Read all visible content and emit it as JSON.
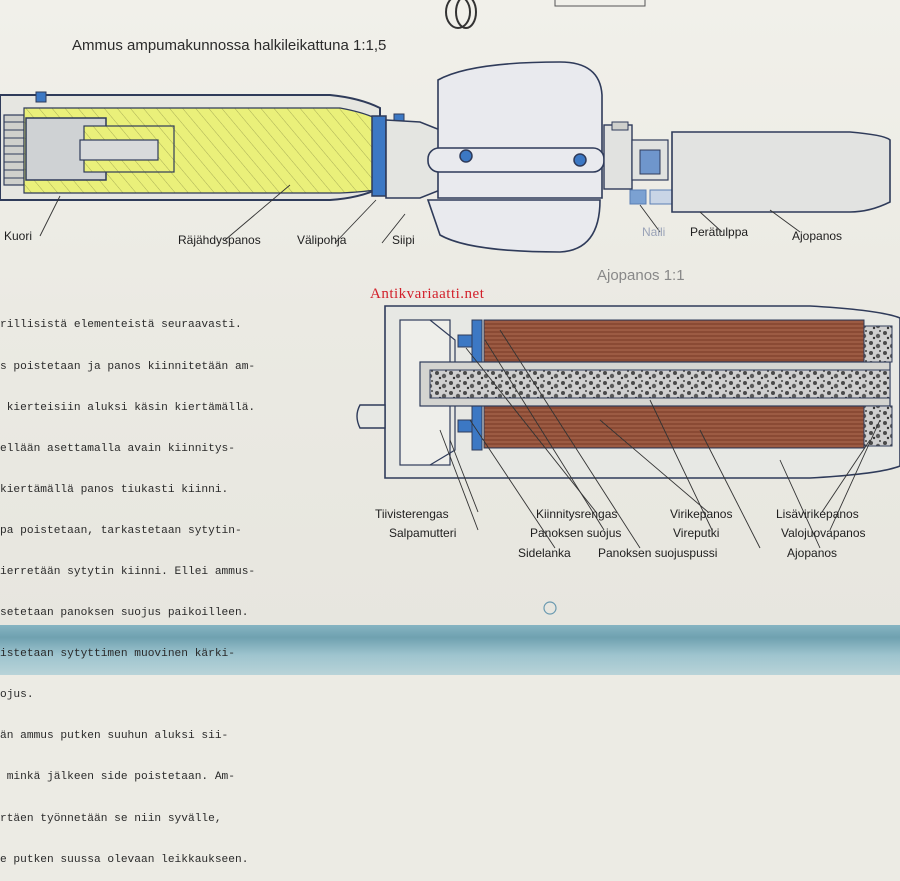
{
  "diagram": {
    "top_title": "Ammus ampumakunnossa halkileikattuna 1:1,5",
    "lower_title": "Ajopanos 1:1",
    "watermark": "Antikvariaatti.net",
    "colors": {
      "explosive_fill": "#eaf07a",
      "seal_blue": "#3c78c4",
      "propellant_brown": "#8a4a34",
      "outline": "#2f3b5a"
    },
    "top_labels": {
      "kuori": "Kuori",
      "rajahdyspanos": "Räjähdyspanos",
      "valipohja": "Välipohja",
      "siipi": "Siipi",
      "naili": "Naili",
      "peratulppa": "Perätulppa",
      "ajopanos": "Ajopanos"
    },
    "bottom_labels": {
      "tiivisterengas": "Tiivisterengas",
      "salpamutteri": "Salpamutteri",
      "sidelanka": "Sidelanka",
      "kiinnitysrengas": "Kiinnitysrengas",
      "panoksen_suojus": "Panoksen suojus",
      "panoksen_suojuspussi": "Panoksen suojuspussi",
      "virikepanos": "Virikepanos",
      "vireputki": "Vireputki",
      "lisavirikepanos": "Lisävirikepanos",
      "valojuovapanos": "Valojuovapanos",
      "ajopanos": "Ajopanos"
    },
    "instructions": [
      "rillisistä elementeistä seuraavasti.",
      "s poistetaan ja panos kiinnitetään am-",
      " kierteisiin aluksi käsin kiertämällä.",
      "ellään asettamalla avain kiinnitys-",
      "kiertämällä panos tiukasti kiinni.",
      "pa poistetaan, tarkastetaan sytytin-",
      "ierretään sytytin kiinni. Ellei ammus-",
      "setetaan panoksen suojus paikoilleen.",
      "istetaan sytyttimen muovinen kärki-",
      "ojus.",
      "än ammus putken suuhun aluksi sii-",
      " minkä jälkeen side poistetaan. Am-",
      "rtäen työnnetään se niin syvälle,",
      "e putken suussa olevaan leikkaukseen."
    ]
  }
}
